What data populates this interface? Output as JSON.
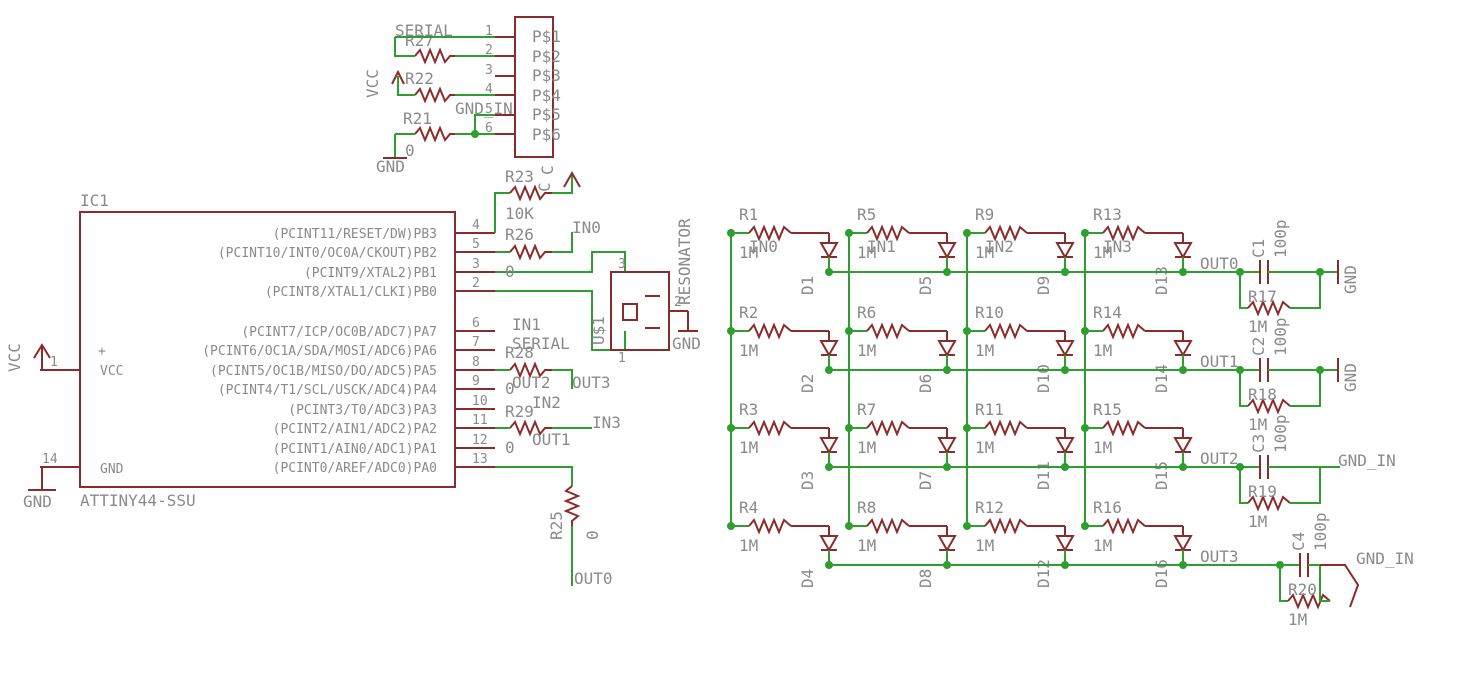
{
  "ic": {
    "ref": "IC1",
    "part": "ATTINY44-SSU",
    "vcc_pin": "1",
    "gnd_pin": "14",
    "gnd_label": "GND",
    "vcc_label": "VCC",
    "vcc_inner": "VCC",
    "gnd_inner": "GND",
    "plus": "+",
    "pins": [
      {
        "name": "(PCINT11/RESET/DW)PB3",
        "num": "4"
      },
      {
        "name": "(PCINT10/INT0/OC0A/CKOUT)PB2",
        "num": "5"
      },
      {
        "name": "(PCINT9/XTAL2)PB1",
        "num": "3"
      },
      {
        "name": "(PCINT8/XTAL1/CLKI)PB0",
        "num": "2"
      },
      {
        "name": "(PCINT7/ICP/OC0B/ADC7)PA7",
        "num": "6"
      },
      {
        "name": "(PCINT6/OC1A/SDA/MOSI/ADC6)PA6",
        "num": "7"
      },
      {
        "name": "(PCINT5/OC1B/MISO/DO/ADC5)PA5",
        "num": "8"
      },
      {
        "name": "(PCINT4/T1/SCL/USCK/ADC4)PA4",
        "num": "9"
      },
      {
        "name": "(PCINT3/T0/ADC3)PA3",
        "num": "10"
      },
      {
        "name": "(PCINT2/AIN1/ADC2)PA2",
        "num": "11"
      },
      {
        "name": "(PCINT1/AIN0/ADC1)PA1",
        "num": "12"
      },
      {
        "name": "(PCINT0/AREF/ADC0)PA0",
        "num": "13"
      }
    ]
  },
  "header": {
    "pins": [
      "1",
      "2",
      "3",
      "4",
      "5",
      "6"
    ],
    "pin_names": [
      "P$1",
      "P$2",
      "P$3",
      "P$4",
      "P$5",
      "P$6"
    ],
    "serial": "SERIAL",
    "gnd_in": "GND_IN",
    "vcc": "VCC",
    "gnd": "GND",
    "r27": "R27",
    "r22": "R22",
    "r21": "R21",
    "zero": "0",
    "side": "C"
  },
  "ic_side": {
    "r23": "R23",
    "r23_val": "10K",
    "r23_side": "C",
    "r26": "R26",
    "in0": "IN0",
    "zero": "0",
    "in1": "IN1",
    "serial": "SERIAL",
    "r28": "R28",
    "out2": "OUT2",
    "out3": "OUT3",
    "in2": "IN2",
    "r29": "R29",
    "in3": "IN3",
    "out1": "OUT1",
    "r25": "R25",
    "r25_val": "0",
    "out0": "OUT0",
    "resonator": "RESONATOR",
    "u1": "U$1",
    "res_gnd": "GND",
    "res_p1": "1",
    "res_p2": "2",
    "res_p3": "3"
  },
  "matrix": {
    "resistors": [
      [
        "R1",
        "R5",
        "R9",
        "R13"
      ],
      [
        "R2",
        "R6",
        "R10",
        "R14"
      ],
      [
        "R3",
        "R7",
        "R11",
        "R15"
      ],
      [
        "R4",
        "R8",
        "R12",
        "R16"
      ]
    ],
    "value": "1M",
    "diodes": [
      [
        "D1",
        "D5",
        "D9",
        "D13"
      ],
      [
        "D2",
        "D6",
        "D10",
        "D14"
      ],
      [
        "D3",
        "D7",
        "D11",
        "D15"
      ],
      [
        "D4",
        "D8",
        "D12",
        "D16"
      ]
    ],
    "inputs": [
      "IN0",
      "IN1",
      "IN2",
      "IN3"
    ],
    "outputs": [
      "OUT0",
      "OUT1",
      "OUT2",
      "OUT3"
    ]
  },
  "output_stage": {
    "caps": [
      "C1",
      "C2",
      "C3",
      "C4"
    ],
    "cap_val": "100p",
    "res": [
      "R17",
      "R18",
      "R19",
      "R20"
    ],
    "res_val": "1M",
    "gnd": "GND",
    "gnd_in": "GND_IN"
  }
}
